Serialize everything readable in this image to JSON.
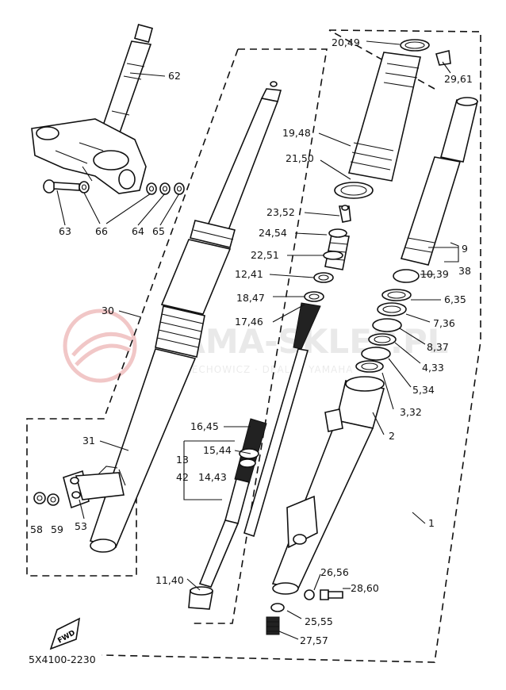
{
  "watermark": {
    "main": "YAMA-SKLEP.PL",
    "sub": "WOJCIECHOWICZ · DEALER YAMAHA"
  },
  "code": "5X4100-2230",
  "fwd_label": "FWD",
  "labels": [
    {
      "id": "62",
      "text": "62"
    },
    {
      "id": "63",
      "text": "63"
    },
    {
      "id": "66",
      "text": "66"
    },
    {
      "id": "64",
      "text": "64"
    },
    {
      "id": "65",
      "text": "65"
    },
    {
      "id": "30",
      "text": "30"
    },
    {
      "id": "31",
      "text": "31"
    },
    {
      "id": "58",
      "text": "58"
    },
    {
      "id": "59",
      "text": "59"
    },
    {
      "id": "53",
      "text": "53"
    },
    {
      "id": "11_40",
      "text": "11,40"
    },
    {
      "id": "16_45",
      "text": "16,45"
    },
    {
      "id": "15_44",
      "text": "15,44"
    },
    {
      "id": "13",
      "text": "13"
    },
    {
      "id": "42",
      "text": "42"
    },
    {
      "id": "14_43",
      "text": "14,43"
    },
    {
      "id": "20_49",
      "text": "20,49"
    },
    {
      "id": "29_61",
      "text": "29,61"
    },
    {
      "id": "19_48",
      "text": "19,48"
    },
    {
      "id": "21_50",
      "text": "21,50"
    },
    {
      "id": "23_52",
      "text": "23,52"
    },
    {
      "id": "24_54",
      "text": "24,54"
    },
    {
      "id": "22_51",
      "text": "22,51"
    },
    {
      "id": "12_41",
      "text": "12,41"
    },
    {
      "id": "18_47",
      "text": "18,47"
    },
    {
      "id": "17_46",
      "text": "17,46"
    },
    {
      "id": "9",
      "text": "9"
    },
    {
      "id": "38",
      "text": "38"
    },
    {
      "id": "10_39",
      "text": "10,39"
    },
    {
      "id": "6_35",
      "text": "6,35"
    },
    {
      "id": "7_36",
      "text": "7,36"
    },
    {
      "id": "8_37",
      "text": "8,37"
    },
    {
      "id": "4_33",
      "text": "4,33"
    },
    {
      "id": "5_34",
      "text": "5,34"
    },
    {
      "id": "3_32",
      "text": "3,32"
    },
    {
      "id": "2",
      "text": "2"
    },
    {
      "id": "1",
      "text": "1"
    },
    {
      "id": "26_56",
      "text": "26,56"
    },
    {
      "id": "28_60",
      "text": "28,60"
    },
    {
      "id": "25_55",
      "text": "25,55"
    },
    {
      "id": "27_57",
      "text": "27,57"
    }
  ]
}
